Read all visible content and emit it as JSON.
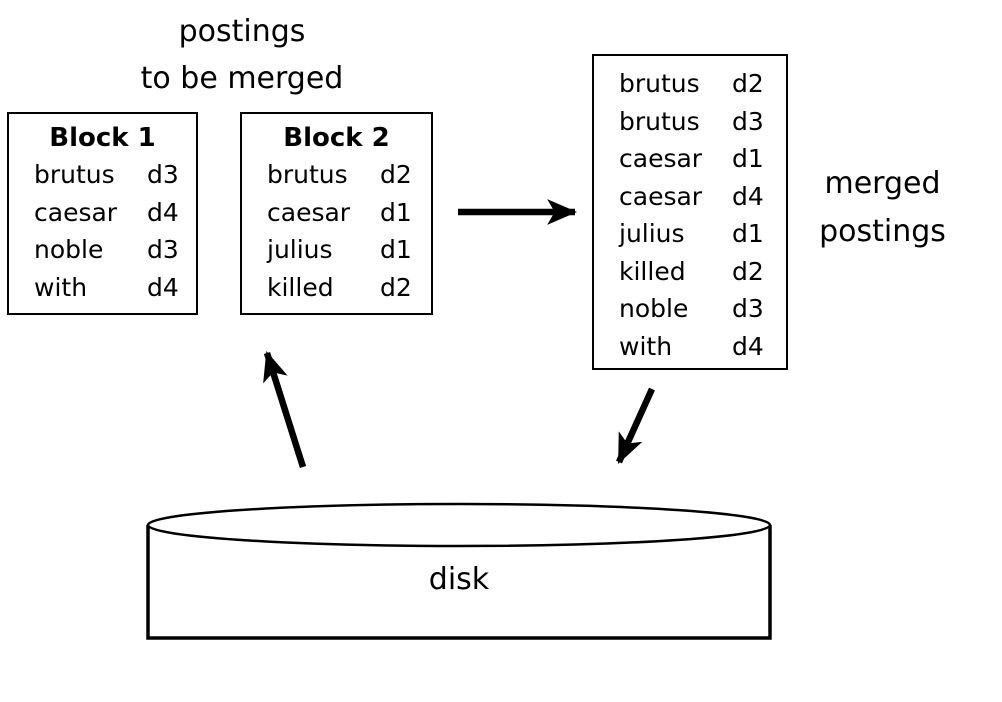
{
  "captions": {
    "top": [
      "postings",
      "to be merged"
    ],
    "merged": [
      "merged",
      "postings"
    ]
  },
  "blocks": [
    {
      "title": "Block 1",
      "entries": [
        {
          "term": "brutus",
          "doc": "d3"
        },
        {
          "term": "caesar",
          "doc": "d4"
        },
        {
          "term": "noble",
          "doc": "d3"
        },
        {
          "term": "with",
          "doc": "d4"
        }
      ]
    },
    {
      "title": "Block 2",
      "entries": [
        {
          "term": "brutus",
          "doc": "d2"
        },
        {
          "term": "caesar",
          "doc": "d1"
        },
        {
          "term": "julius",
          "doc": "d1"
        },
        {
          "term": "killed",
          "doc": "d2"
        }
      ]
    }
  ],
  "merged_list": {
    "entries": [
      {
        "term": "brutus",
        "doc": "d2"
      },
      {
        "term": "brutus",
        "doc": "d3"
      },
      {
        "term": "caesar",
        "doc": "d1"
      },
      {
        "term": "caesar",
        "doc": "d4"
      },
      {
        "term": "julius",
        "doc": "d1"
      },
      {
        "term": "killed",
        "doc": "d2"
      },
      {
        "term": "noble",
        "doc": "d3"
      },
      {
        "term": "with",
        "doc": "d4"
      }
    ]
  },
  "disk": {
    "label": "disk"
  },
  "colors": {
    "ink": "#000000",
    "background": "#ffffff"
  }
}
